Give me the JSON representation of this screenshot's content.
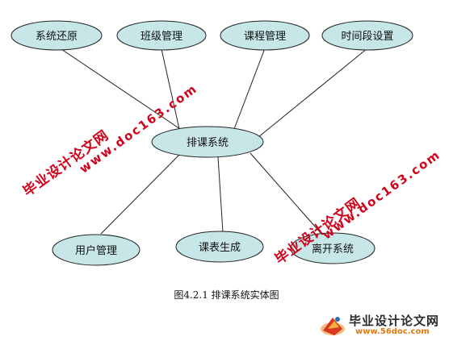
{
  "diagram": {
    "center": "排课系统",
    "entities": [
      "系统还原",
      "班级管理",
      "课程管理",
      "时间段设置",
      "用户管理",
      "课表生成",
      "离开系统"
    ]
  },
  "caption": "图4.2.1 排课系统实体图",
  "watermarks": [
    {
      "cn": "毕业设计论文网",
      "url": "www.doc163.com"
    },
    {
      "cn": "毕业设计论文网",
      "url": "www.doc163.com"
    }
  ],
  "logo": {
    "title": "毕业设计论文网",
    "url": "www.56doc.com"
  },
  "colors": {
    "node_fill": "#c6e6e8",
    "node_stroke": "#222222",
    "edge": "#222222",
    "watermark": "#d0021b"
  }
}
